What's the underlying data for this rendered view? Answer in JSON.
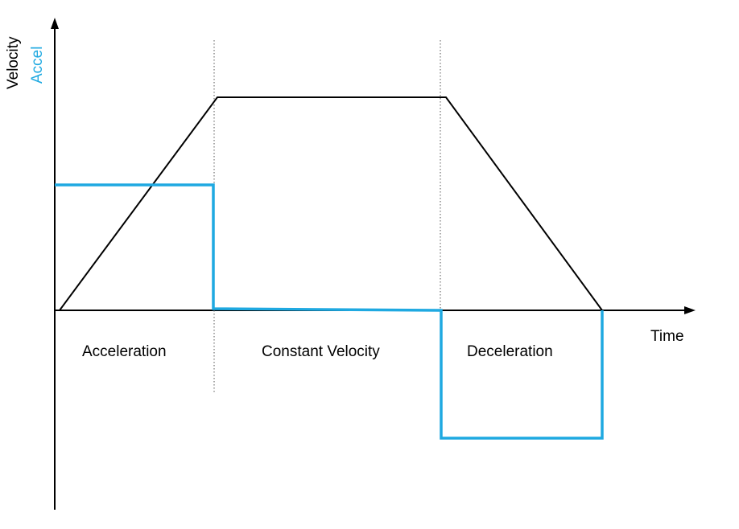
{
  "axes": {
    "y_title_primary": "Velocity",
    "y_title_secondary": "Accel",
    "x_title": "Time"
  },
  "phases": [
    {
      "label": "Acceleration"
    },
    {
      "label": "Constant Velocity"
    },
    {
      "label": "Deceleration"
    }
  ],
  "colors": {
    "velocity": "#000000",
    "accel": "#1fa9e1",
    "divider": "#555555"
  }
}
